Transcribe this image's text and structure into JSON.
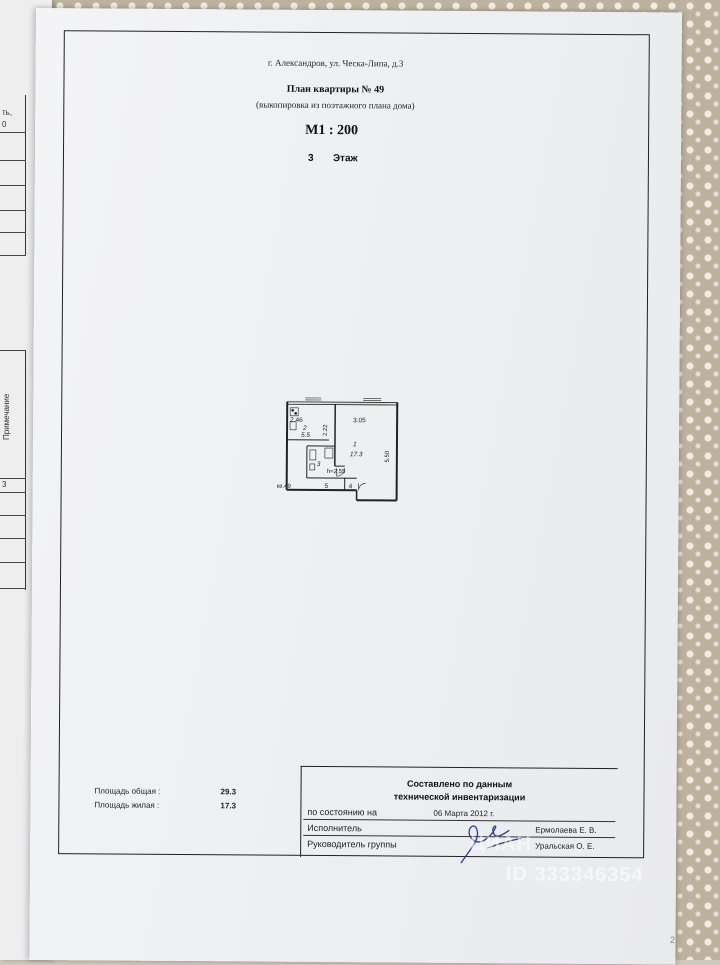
{
  "header": {
    "address": "г. Александров, ул. Ческа-Липа, д.3",
    "plan_title": "План квартиры № 49",
    "plan_subtitle": "(выкопировка из поэтажного плана дома)",
    "scale": "М1 : 200",
    "floor_number": "3",
    "floor_label": "Этаж"
  },
  "floorplan": {
    "labels": {
      "room2_width": "2.46",
      "room2_num": "2",
      "room2_area": "5.5",
      "room2_depth": "2.22",
      "room1_width": "3.05",
      "room1_num": "1",
      "room1_area": "17.3",
      "room1_depth": "5.50",
      "room3_num": "3",
      "height": "h=2.55",
      "room5_num": "5",
      "room4_num": "4",
      "apt": "кв.49"
    }
  },
  "areas": {
    "total_label": "Площадь общая :",
    "total_value": "29.3",
    "living_label": "Площадь жилая :",
    "living_value": "17.3"
  },
  "stamp": {
    "title_line1": "Составлено по данным",
    "title_line2": "технической инвентаризации",
    "state_label": "по состоянию на",
    "state_value": "06 Марта 2012 г.",
    "executor_label": "Исполнитель",
    "executor_value": "Ермолаева Е. В.",
    "head_label": "Руководитель группы",
    "head_value": "Уральская О. Е."
  },
  "left_sheet": {
    "top_frag1": "ть,",
    "top_frag2": "0",
    "column_header": "Примечание",
    "row_number": "3"
  },
  "watermark": {
    "brand": "ЦИАН",
    "id": "ID 333346354"
  },
  "page_mark": "2"
}
